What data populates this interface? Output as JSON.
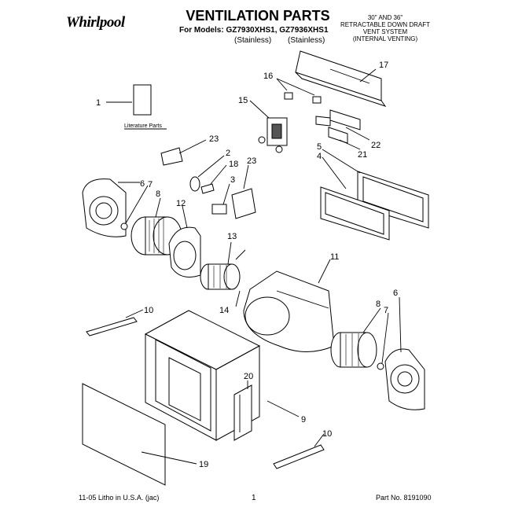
{
  "header": {
    "brand": "Whirlpool",
    "title": "VENTILATION PARTS",
    "models_line": "For Models: GZ7930XHS1, GZ7936XHS1",
    "variants": [
      "(Stainless)",
      "(Stainless)"
    ],
    "system_lines": [
      "30\" AND 36\"",
      "RETRACTABLE DOWN DRAFT",
      "VENT SYSTEM",
      "(INTERNAL VENTING)"
    ]
  },
  "diagram": {
    "literature_label": "Literature Parts",
    "callouts": [
      "1",
      "2",
      "3",
      "4",
      "5",
      "6",
      "7",
      "8",
      "9",
      "10",
      "11",
      "12",
      "13",
      "14",
      "15",
      "16",
      "17",
      "18",
      "19",
      "20",
      "21",
      "22",
      "23"
    ],
    "extra_callouts": {
      "6b": "6",
      "7b": "7",
      "8b": "8",
      "10b": "10",
      "23b": "23"
    }
  },
  "footer": {
    "left": "11-05 Litho in U.S.A. (jac)",
    "page": "1",
    "right": "Part No. 8191090"
  }
}
